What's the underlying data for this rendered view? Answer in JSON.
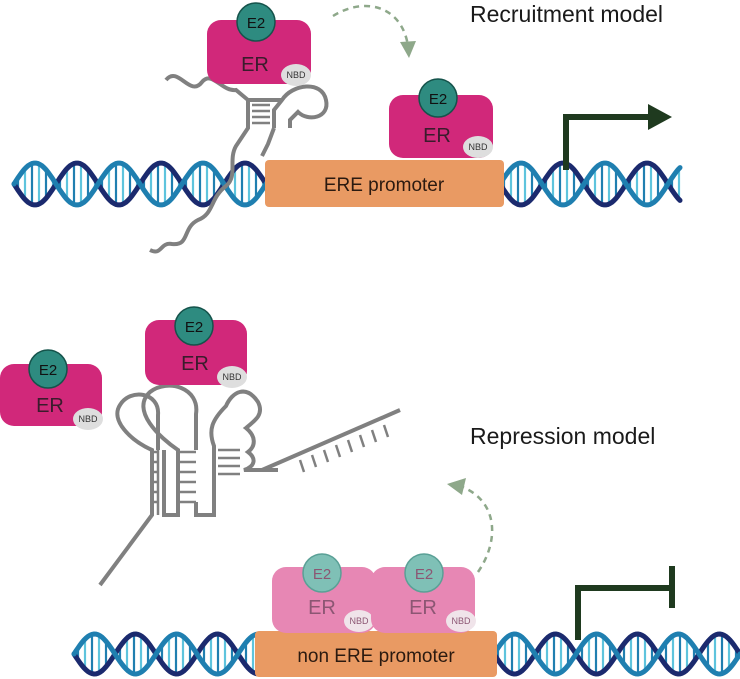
{
  "recruitment": {
    "title": "Recruitment model",
    "promoter_label": "ERE promoter",
    "complex_free": {
      "e2": "E2",
      "er": "ER",
      "nbd": "NBD"
    },
    "complex_bound": {
      "e2": "E2",
      "er": "ER",
      "nbd": "NBD"
    }
  },
  "repression": {
    "title": "Repression model",
    "promoter_label": "non ERE promoter",
    "complex_rna_left": {
      "e2": "E2",
      "er": "ER",
      "nbd": "NBD"
    },
    "complex_rna_right": {
      "e2": "E2",
      "er": "ER",
      "nbd": "NBD"
    },
    "complex_faded_left": {
      "e2": "E2",
      "er": "ER",
      "nbd": "NBD"
    },
    "complex_faded_right": {
      "e2": "E2",
      "er": "ER",
      "nbd": "NBD"
    }
  },
  "colors": {
    "er": "#d1287a",
    "er_faded": "#e787b4",
    "e2": "#2e8b80",
    "e2_faded": "#7fc0b6",
    "nbd": "#dedede",
    "promoter": "#e99a63",
    "dna_dark": "#1b2a6e",
    "dna_mid": "#1f7fb0",
    "dna_light": "#5ec4dd",
    "rna": "#808080",
    "tss": "#1f3a1f",
    "dashed_arrow": "#8ea88a"
  }
}
